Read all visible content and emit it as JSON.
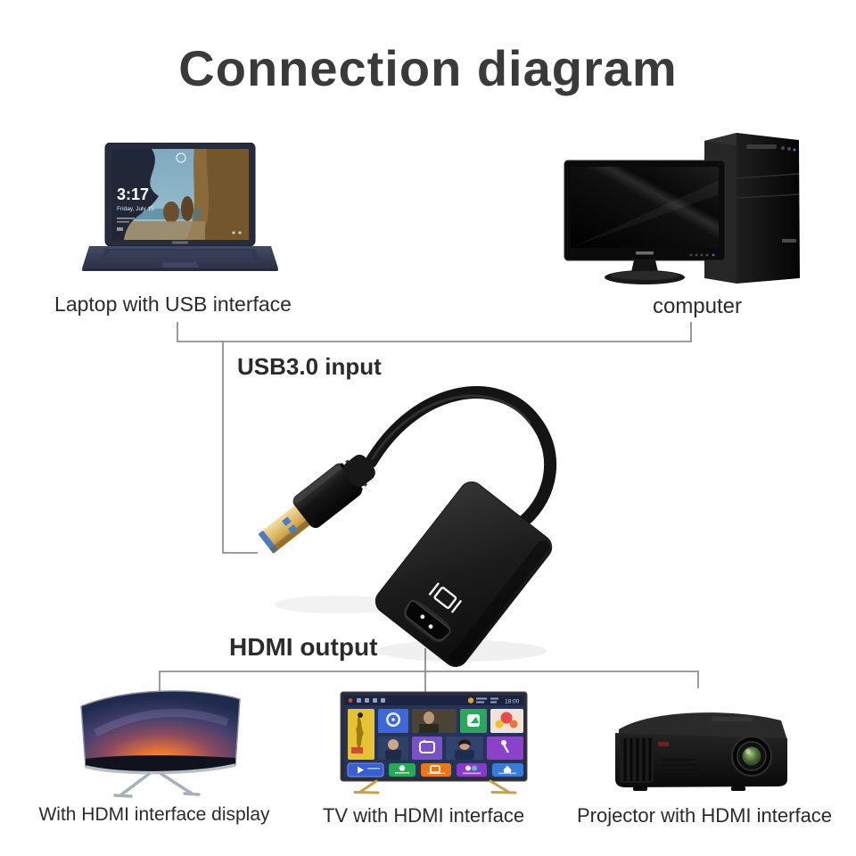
{
  "title": "Connection diagram",
  "captions": {
    "laptop": "Laptop with USB interface",
    "computer": "computer",
    "display": "With HDMI interface display",
    "tv": "TV with HDMI interface",
    "projector": "Projector with HDMI interface"
  },
  "adapter": {
    "input_label": "USB3.0 input",
    "output_label": "HDMI output"
  },
  "laptop_screen": {
    "time": "3:17",
    "date": "Friday, July 15"
  },
  "tv_screen": {
    "clock": "18:00"
  },
  "colors": {
    "connector_line": "#8f8f8f",
    "title_text": "#3a3a3a",
    "caption_text": "#2b2b2b",
    "usb_blue": "#3f6fb8",
    "usb_gold": "#d8b05a",
    "adapter_black": "#181818"
  }
}
